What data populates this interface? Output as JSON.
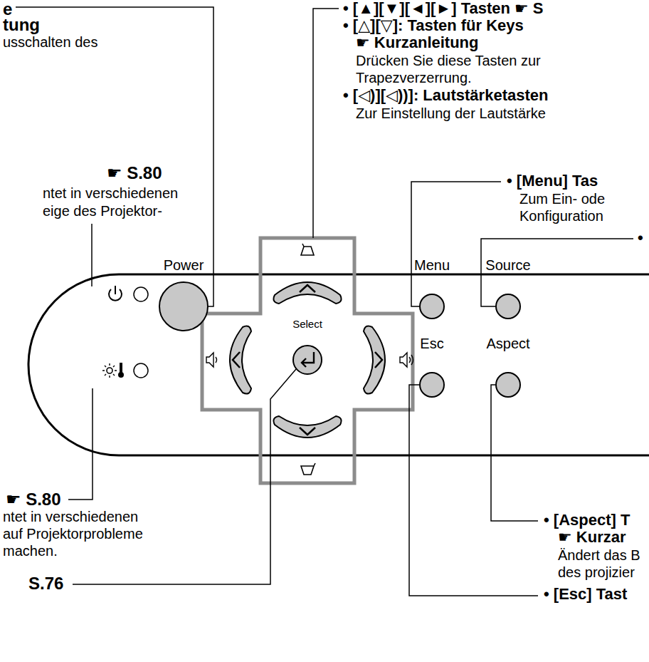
{
  "diagram": {
    "nodes": [
      {
        "text": [
          "Power"
        ]
      },
      {
        "text": [
          "Select"
        ]
      },
      {
        "text": [
          "Menu"
        ]
      },
      {
        "text": [
          "Source"
        ]
      },
      {
        "text": [
          "Esc"
        ]
      },
      {
        "text": [
          "Aspect"
        ]
      }
    ],
    "labels": [
      "e",
      "tung",
      "usschalten des",
      "☛ S.80",
      "ntet in verschiedenen",
      "eige des Projektor-",
      "• [▲][▼][◄][►] Tasten ☛ S",
      "• [△][▽]: Tasten für Keys",
      "☛ Kurzanleitung",
      "Drücken Sie diese Tasten zur",
      "Trapezverzerrung.",
      "• [◁)][◁))]: Lautstärketasten",
      "Zur Einstellung der Lautstärke",
      "• [Menu] Tas",
      "Zum Ein- ode",
      "Konfiguration",
      "•",
      "☛ S.80",
      "ntet in verschiedenen",
      "auf Projektorprobleme",
      "machen.",
      "S.76",
      "• [Aspect] T",
      "☛ Kurzar",
      "Ändert das B",
      "des projizier",
      "• [Esc] Tast"
    ]
  }
}
